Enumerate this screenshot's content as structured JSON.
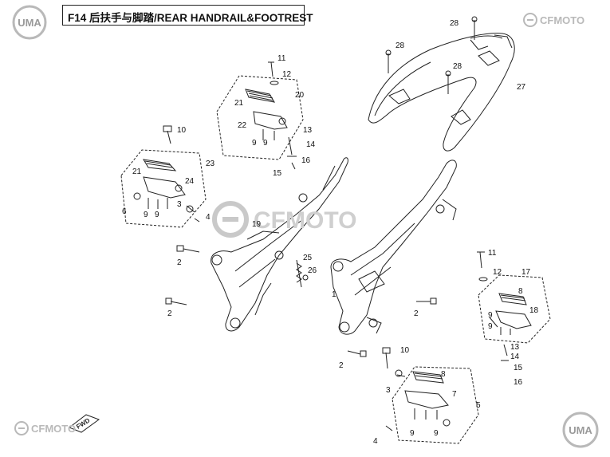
{
  "title": "F14 后扶手与脚踏/REAR HANDRAIL&FOOTREST",
  "brand": {
    "left_logo": "UMA",
    "right_logo": "UMA",
    "cfmoto_top": "CFMOTO",
    "cfmoto_center": "CFMOTO",
    "cfmoto_bottom": "CFMOTO",
    "fwd": "FWD"
  },
  "colors": {
    "line": "#222222",
    "logo_grey": "#b9b9b9",
    "watermark": "#c9c9c9"
  },
  "callouts": {
    "c1": "1",
    "c2a": "2",
    "c2b": "2",
    "c2c": "2",
    "c2d": "2",
    "c3a": "3",
    "c3b": "3",
    "c4a": "4",
    "c4b": "4",
    "c5": "5",
    "c6": "6",
    "c7": "7",
    "c8a": "8",
    "c8b": "8",
    "c9a": "9",
    "c9b": "9",
    "c9c": "9",
    "c9d": "9",
    "c9e": "9",
    "c9f": "9",
    "c9g": "9",
    "c9h": "9",
    "c10a": "10",
    "c10b": "10",
    "c11a": "11",
    "c11b": "11",
    "c12a": "12",
    "c12b": "12",
    "c13a": "13",
    "c13b": "13",
    "c14a": "14",
    "c14b": "14",
    "c15a": "15",
    "c15b": "15",
    "c16a": "16",
    "c16b": "16",
    "c17": "17",
    "c18": "18",
    "c19": "19",
    "c20": "20",
    "c21a": "21",
    "c21b": "21",
    "c22": "22",
    "c23": "23",
    "c24": "24",
    "c25": "25",
    "c26": "26",
    "c27": "27",
    "c28a": "28",
    "c28b": "28",
    "c28c": "28"
  }
}
